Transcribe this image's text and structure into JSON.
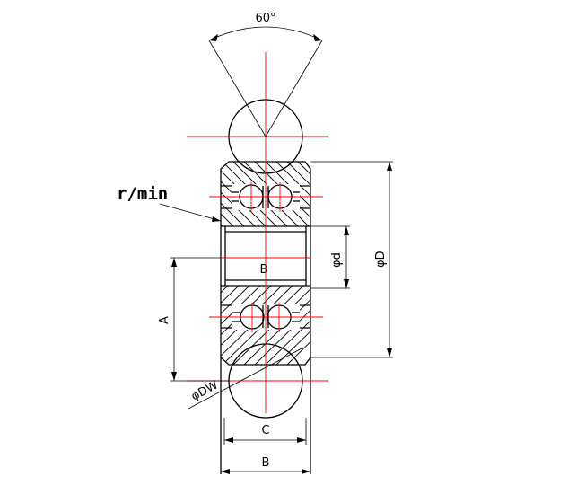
{
  "labels": {
    "angle": "60°",
    "radius": "r/min",
    "bore": "φd",
    "outer_diameter": "φD",
    "width_top": "B",
    "width_bottom": "B",
    "dim_a": "A",
    "roller_diameter": "φDW",
    "roller_width": "C"
  },
  "colors": {
    "lines": "#000000",
    "centerlines": "#ff0000",
    "background": "#ffffff"
  }
}
